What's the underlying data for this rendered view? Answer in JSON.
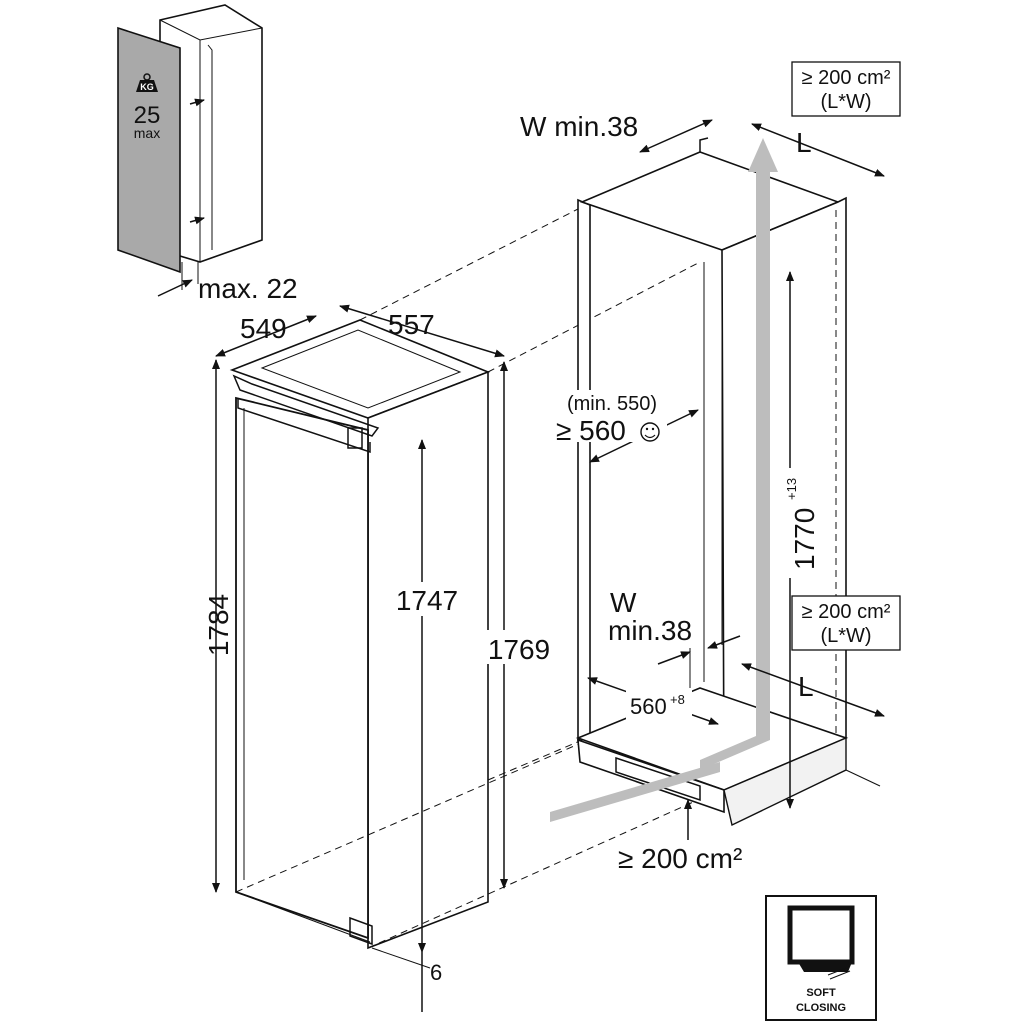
{
  "door_panel": {
    "weight_unit": "KG",
    "weight_value": "25",
    "weight_note": "max",
    "thickness": "max. 22"
  },
  "appliance": {
    "depth": "549",
    "width": "557",
    "height_total": "1784",
    "height_door": "1747",
    "height_side": "1769",
    "foot_offset": "6"
  },
  "niche": {
    "width_top_label": "W min.38",
    "depth_min_alt": "(min. 550)",
    "depth_min": "≥ 560",
    "height": "1770",
    "height_tolerance": "+13",
    "vent_w_label": "W",
    "vent_w_value": "min.38",
    "width_bottom": "560",
    "width_tolerance": "+8",
    "vent_top_area": "≥ 200 cm²",
    "vent_top_dims": "(L*W)",
    "vent_top_L": "L",
    "vent_mid_area": "≥ 200 cm²",
    "vent_mid_dims": "(L*W)",
    "vent_mid_L": "L",
    "vent_bottom_area": "≥ 200 cm²"
  },
  "soft_close": {
    "line1": "SOFT",
    "line2": "CLOSING"
  }
}
